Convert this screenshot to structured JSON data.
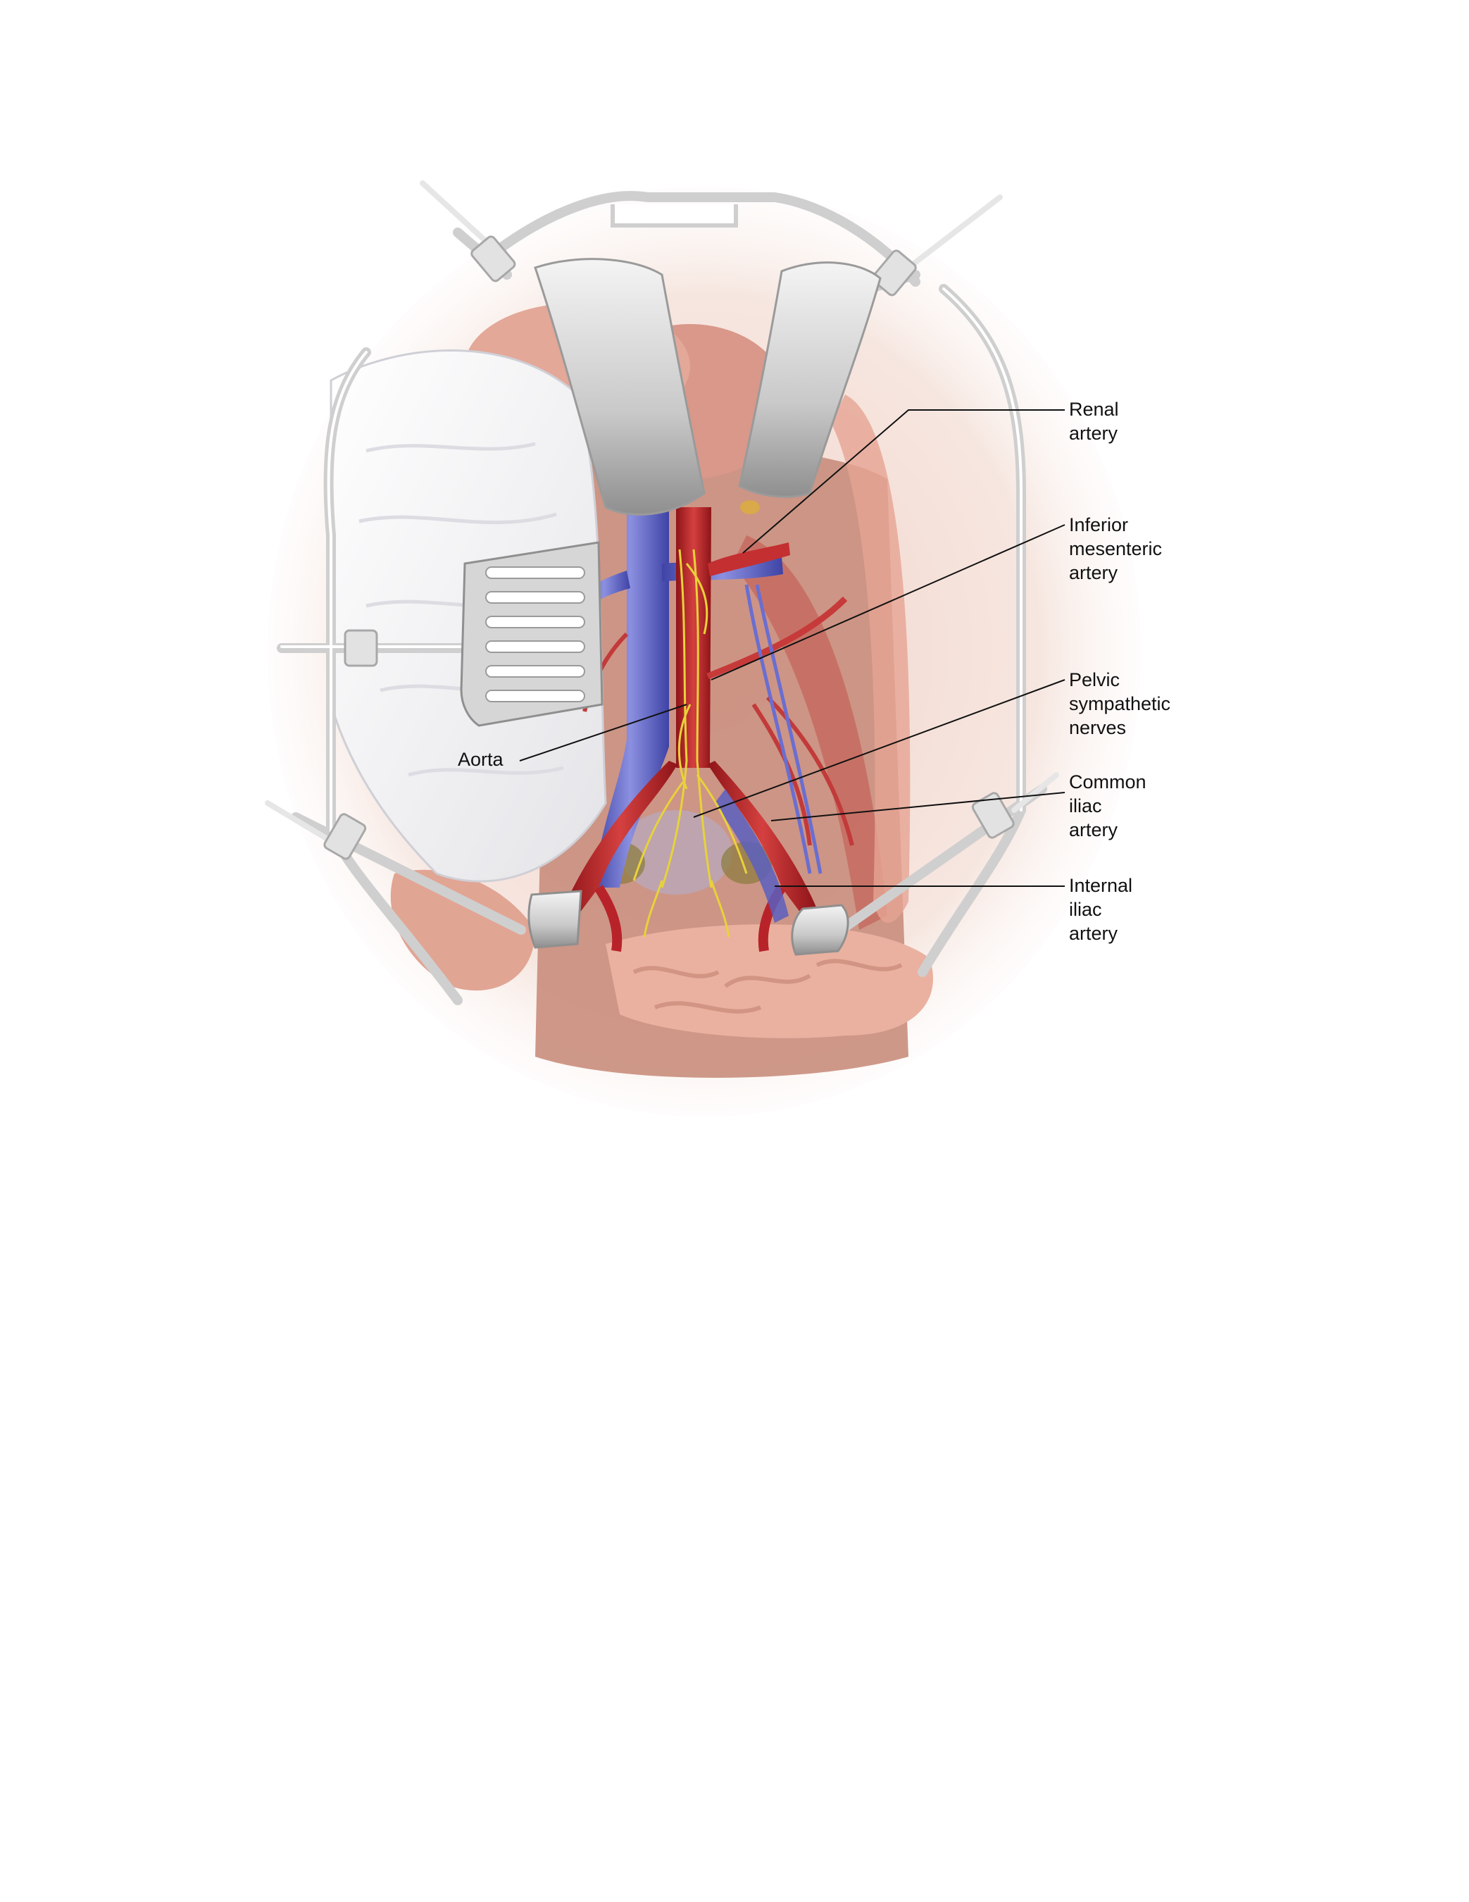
{
  "diagram": {
    "labels": {
      "renal_artery": [
        "Renal",
        "artery"
      ],
      "inferior_mesenteric_artery": [
        "Inferior",
        "mesenteric",
        "artery"
      ],
      "pelvic_sympathetic_nerves": [
        "Pelvic",
        "sympathetic",
        "nerves"
      ],
      "common_iliac_artery": [
        "Common",
        "iliac",
        "artery"
      ],
      "internal_iliac_artery": [
        "Internal",
        "iliac",
        "artery"
      ],
      "aorta": [
        "Aorta"
      ]
    },
    "colors": {
      "artery": "#b8232a",
      "vein": "#5a5fc0",
      "nerve": "#e8d23a",
      "tissue": "#e9b9a8",
      "retractor": "#d8d8d8",
      "leader_line": "#111111"
    }
  }
}
